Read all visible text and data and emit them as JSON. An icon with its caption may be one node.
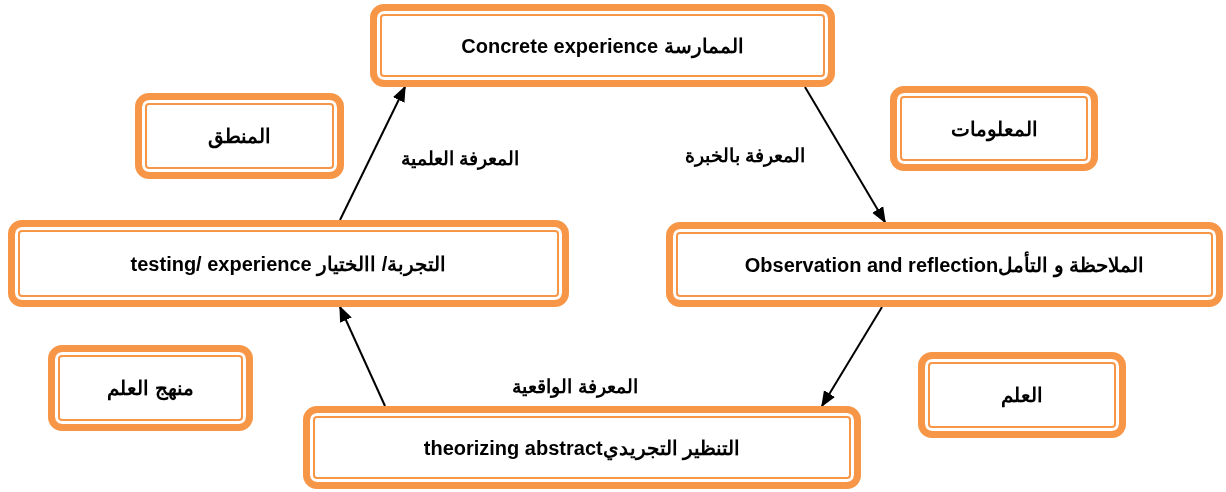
{
  "diagram": {
    "nodes": [
      {
        "text": [
          "الممارسة Concrete experience"
        ]
      },
      {
        "text": [
          "المنطق"
        ]
      },
      {
        "text": [
          "المعلومات"
        ]
      },
      {
        "text": [
          "التجربة/ االختيار testing/ experience"
        ]
      },
      {
        "text": [
          "الملاحظة و التأملObservation and reflection"
        ]
      },
      {
        "text": [
          "منهج العلم"
        ]
      },
      {
        "text": [
          "العلم"
        ]
      },
      {
        "text": [
          "التنظير التجريديtheorizing abstract"
        ],
        "beside": [
          "المعرفة الواقعية"
        ]
      }
    ],
    "edges": [
      {
        "from": 0,
        "to": 4,
        "arrow": "to",
        "label": "المعرفة بالخبرة"
      },
      {
        "from": 4,
        "to": 7,
        "arrow": "to"
      },
      {
        "from": 7,
        "to": 3,
        "arrow": "to"
      },
      {
        "from": 3,
        "to": 0,
        "arrow": "to",
        "label": "المعرفة العلمية"
      }
    ]
  }
}
